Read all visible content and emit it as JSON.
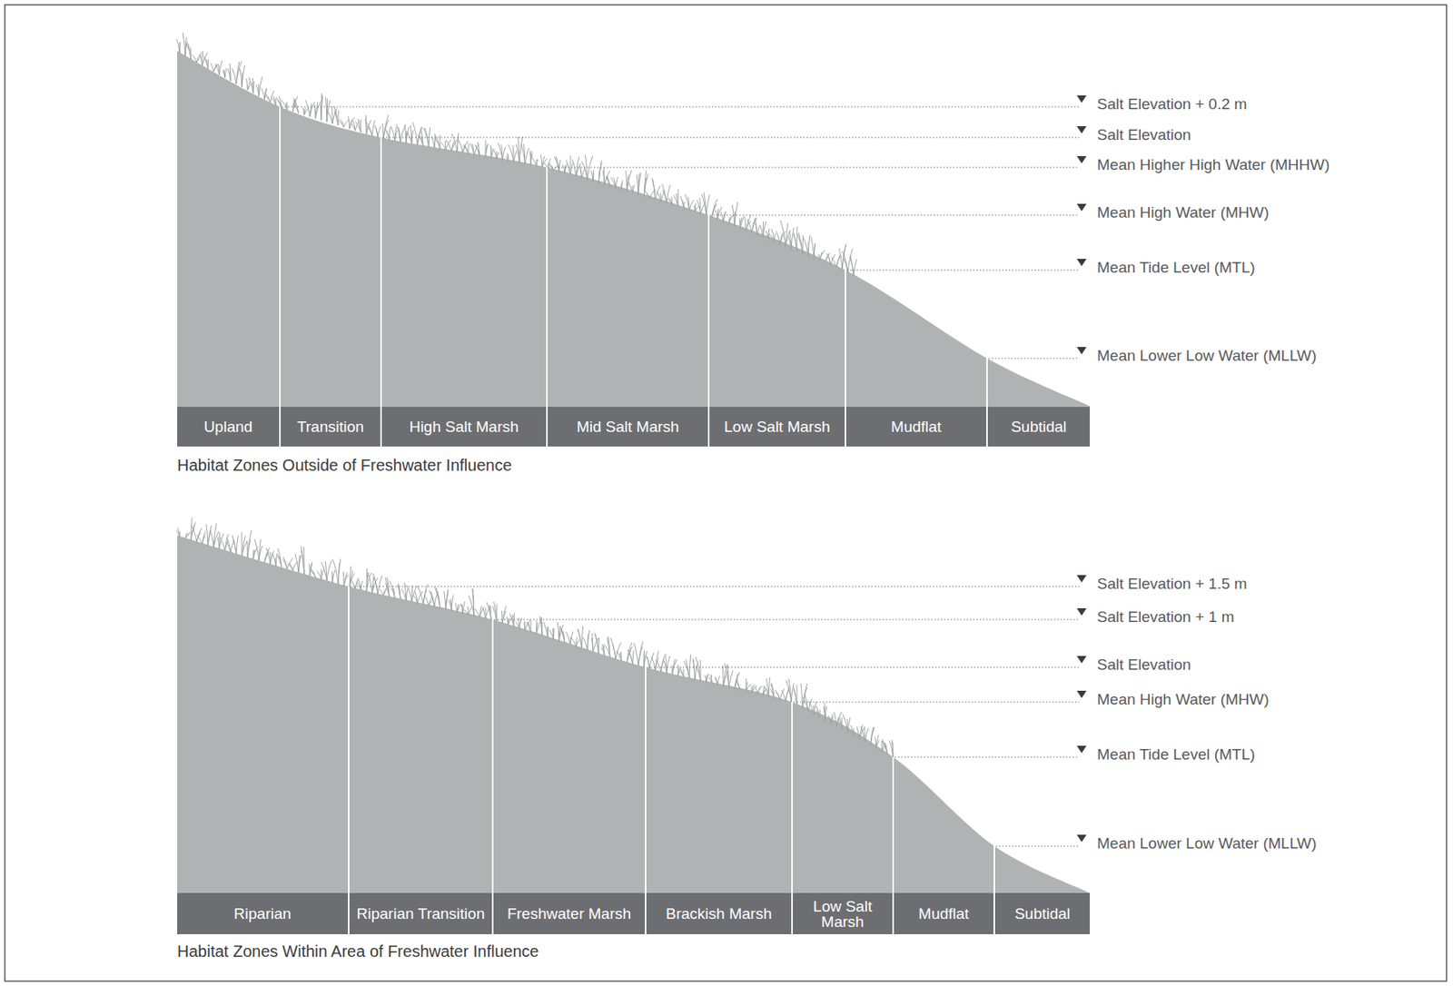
{
  "diagram": {
    "nodes": [
      {
        "text": [
          "Upland"
        ]
      },
      {
        "text": [
          "Transition"
        ]
      },
      {
        "text": [
          "High Salt Marsh"
        ]
      },
      {
        "text": [
          "Mid Salt Marsh"
        ]
      },
      {
        "text": [
          "Low Salt Marsh"
        ]
      },
      {
        "text": [
          "Mudflat"
        ]
      },
      {
        "text": [
          "Subtidal"
        ]
      },
      {
        "text": [
          "Riparian"
        ]
      },
      {
        "text": [
          "Riparian Transition"
        ]
      },
      {
        "text": [
          "Freshwater Marsh"
        ]
      },
      {
        "text": [
          "Brackish Marsh"
        ]
      },
      {
        "text": [
          "Low Salt Marsh"
        ]
      },
      {
        "text": [
          "Mudflat"
        ]
      },
      {
        "text": [
          "Subtidal"
        ]
      }
    ],
    "labels": [
      "Salt Elevation + 0.2 m",
      "Salt Elevation",
      "Mean Higher High Water (MHHW)",
      "Mean High Water (MHW)",
      "Mean Tide Level (MTL)",
      "Mean Lower Low Water (MLLW)",
      "Habitat Zones Outside of Freshwater Influence",
      "Salt Elevation + 1.5 m",
      "Salt Elevation + 1 m",
      "Salt Elevation",
      "Mean High Water (MHW)",
      "Mean Tide Level (MTL)",
      "Mean Lower Low Water (MLLW)",
      "Habitat Zones Within Area of Freshwater Influence"
    ]
  }
}
